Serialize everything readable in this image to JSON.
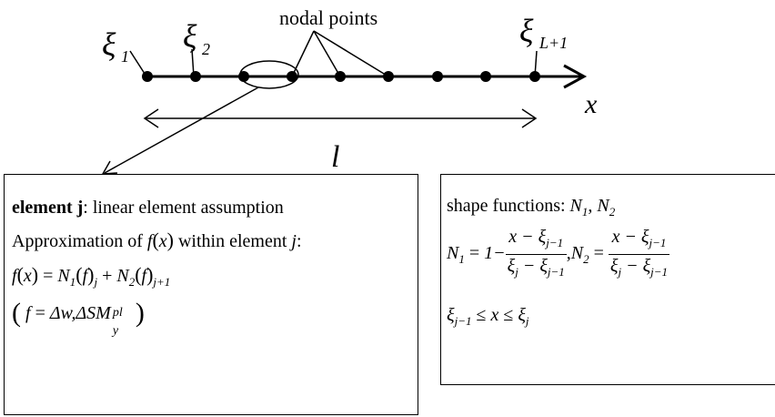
{
  "diagram": {
    "nodal_label": "nodal points",
    "xi": {
      "sym": "ξ",
      "sub1": "1",
      "sub2": "2",
      "subL": "L+1"
    },
    "axis_label": "x",
    "length_label": "l"
  },
  "left_box": {
    "title_bold": "element j",
    "title_rest": ": linear element assumption",
    "line2_pre": "Approximation of",
    "f": "f",
    "x": "x",
    "line2_post": "within element",
    "j": "j",
    "colon": ":",
    "eq": "=",
    "N": "N",
    "n1": "1",
    "n2": "2",
    "plus": "+",
    "sub_j": "j",
    "sub_j1": "j+1",
    "dw": "Δw,",
    "dsm": "ΔSM",
    "pl": "pl",
    "y": "y"
  },
  "right_box": {
    "header": "shape functions:",
    "N": "N",
    "n1": "1",
    "n2": "2",
    "comma": ",",
    "one_minus": "1−",
    "x_minus_xi": "x − ξ",
    "xi": "ξ",
    "minus_xi": "− ξ",
    "sub_jm1": "j−1",
    "sub_j": "j",
    "eq": "=",
    "le": "≤",
    "x": "x"
  }
}
